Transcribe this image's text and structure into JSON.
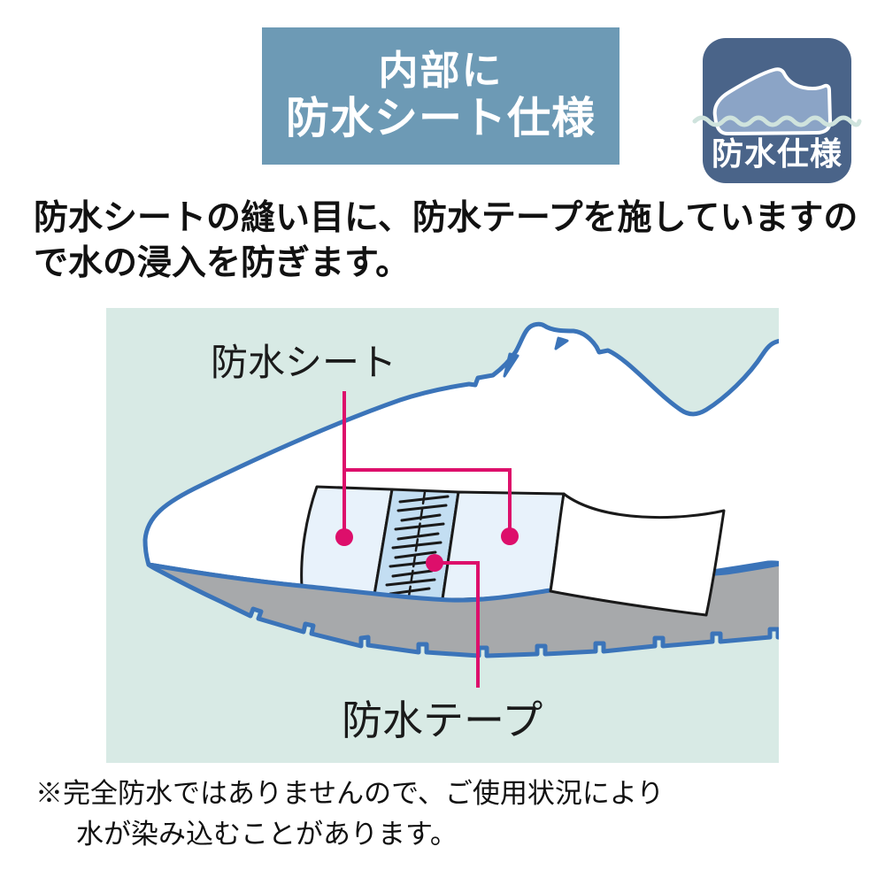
{
  "header": {
    "line1": "内部に",
    "line2": "防水シート仕様",
    "bg_color": "#6d9ab5",
    "text_color": "#ffffff"
  },
  "badge": {
    "label": "防水仕様",
    "icon": "waterproof-shoe-icon",
    "bg_color": "#4a6489",
    "shoe_fill": "#8ba4c6",
    "shoe_outline": "#ffffff",
    "wave_color": "#cfe3dd",
    "text_color": "#ffffff"
  },
  "description": {
    "line1": "防水シートの縫い目に、防水テープを施していますの",
    "line2": "で水の浸入を防ぎます。"
  },
  "diagram": {
    "bg_color": "#d8eae5",
    "sheet_label": "防水シート",
    "tape_label": "防水テープ",
    "colors": {
      "shoe_outline": "#3b74b9",
      "shoe_fill": "#ffffff",
      "sole": "#a7a9ab",
      "sheet": "#e8f2fb",
      "tape": "#c3def2",
      "flap": "#ffffff",
      "cut_outline": "#1a1a1a",
      "annotation": "#dd0f6b",
      "label_text": "#1a1a1a"
    }
  },
  "note": {
    "line1": "※完全防水ではありませんので、ご使用状況により",
    "line2": "水が染み込むことがあります。"
  }
}
